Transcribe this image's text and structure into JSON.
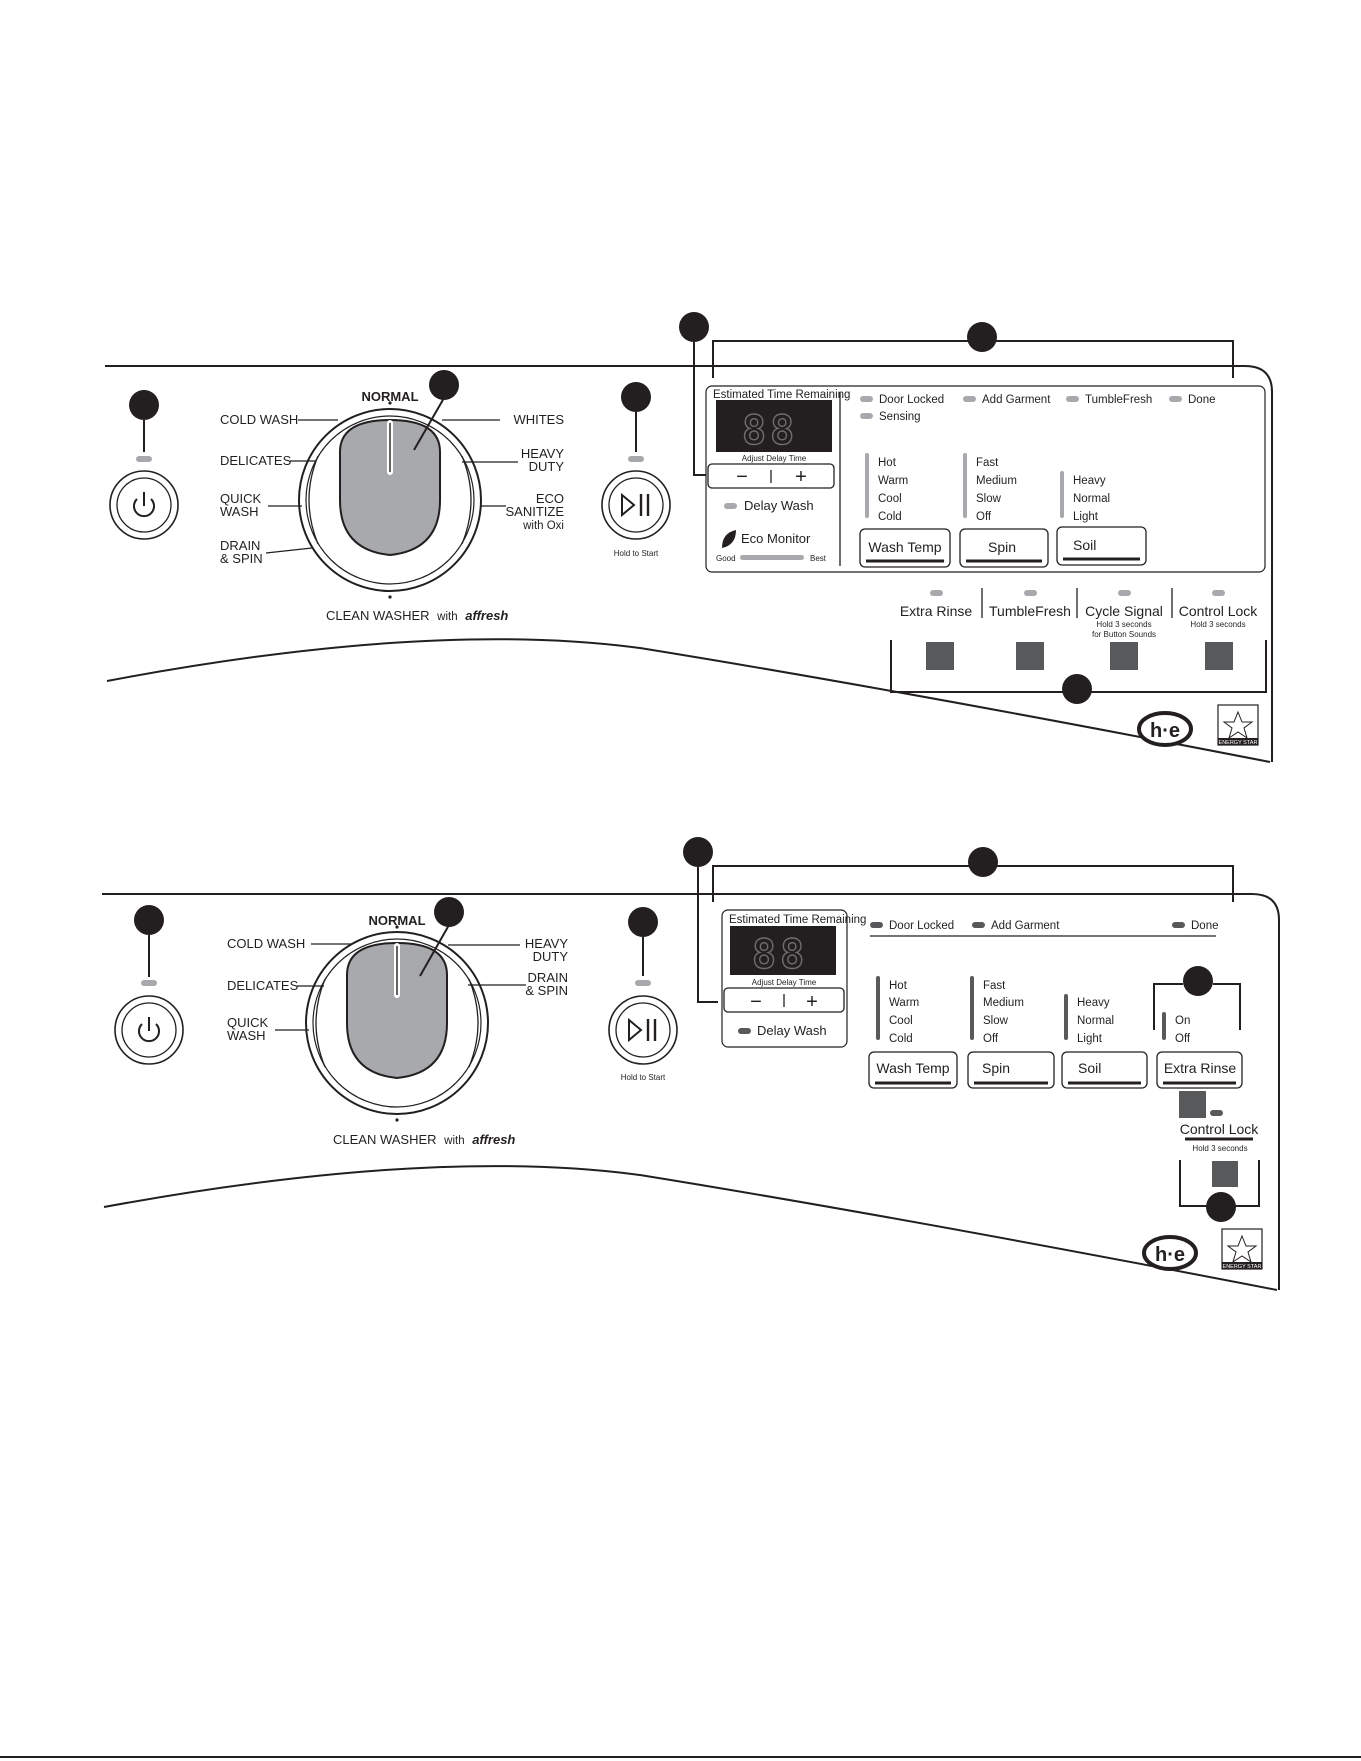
{
  "panels": [
    {
      "dial": {
        "top": "NORMAL",
        "left": [
          "COLD WASH",
          "DELICATES",
          "QUICK|WASH",
          "DRAIN|& SPIN"
        ],
        "right": [
          "WHITES",
          "HEAVY|DUTY",
          "ECO|SANITIZE"
        ],
        "right_sub": "with Oxi",
        "bottom": "CLEAN WASHER",
        "bottom_with": "with",
        "bottom_brand": "affresh"
      },
      "start": {
        "caption": "Hold to Start"
      },
      "display": {
        "title": "Estimated Time Remaining",
        "digits": "88",
        "adjust": "Adjust Delay Time",
        "minus": "−",
        "plus": "+",
        "delay": "Delay Wash",
        "eco": "Eco Monitor",
        "eco_good": "Good",
        "eco_best": "Best"
      },
      "status": [
        "Door Locked",
        "Add Garment",
        "TumbleFresh",
        "Done",
        "Sensing"
      ],
      "wash_temp": {
        "options": [
          "Hot",
          "Warm",
          "Cool",
          "Cold"
        ],
        "label": "Wash Temp"
      },
      "spin": {
        "options": [
          "Fast",
          "Medium",
          "Slow",
          "Off"
        ],
        "label": "Spin"
      },
      "soil": {
        "options": [
          "Heavy",
          "Normal",
          "Light"
        ],
        "label": "Soil"
      },
      "options": [
        {
          "label": "Extra Rinse",
          "note1": "",
          "note2": ""
        },
        {
          "label": "TumbleFresh",
          "note1": "",
          "note2": ""
        },
        {
          "label": "Cycle Signal",
          "note1": "Hold 3 seconds",
          "note2": "for Button Sounds"
        },
        {
          "label": "Control Lock",
          "note1": "Hold 3 seconds",
          "note2": ""
        }
      ],
      "energy_star": "ENERGY STAR"
    },
    {
      "dial": {
        "top": "NORMAL",
        "left": [
          "COLD WASH",
          "DELICATES",
          "QUICK|WASH"
        ],
        "right": [
          "HEAVY|DUTY",
          "DRAIN|& SPIN"
        ],
        "bottom": "CLEAN WASHER",
        "bottom_with": "with",
        "bottom_brand": "affresh"
      },
      "start": {
        "caption": "Hold to Start"
      },
      "display": {
        "title": "Estimated Time Remaining",
        "digits": "88",
        "adjust": "Adjust Delay Time",
        "minus": "−",
        "plus": "+",
        "delay": "Delay Wash"
      },
      "status": [
        "Door Locked",
        "Add Garment",
        "Done"
      ],
      "wash_temp": {
        "options": [
          "Hot",
          "Warm",
          "Cool",
          "Cold"
        ],
        "label": "Wash Temp"
      },
      "spin": {
        "options": [
          "Fast",
          "Medium",
          "Slow",
          "Off"
        ],
        "label": "Spin"
      },
      "soil": {
        "options": [
          "Heavy",
          "Normal",
          "Light"
        ],
        "label": "Soil"
      },
      "extra_rinse": {
        "options": [
          "On",
          "Off"
        ],
        "label": "Extra Rinse"
      },
      "control_lock": {
        "label": "Control Lock",
        "note": "Hold 3 seconds"
      },
      "energy_star": "ENERGY STAR"
    }
  ],
  "colors": {
    "ink": "#231f20",
    "knob": "#a7a9ac",
    "led": "#a7a9ac",
    "button": "#58595b"
  }
}
